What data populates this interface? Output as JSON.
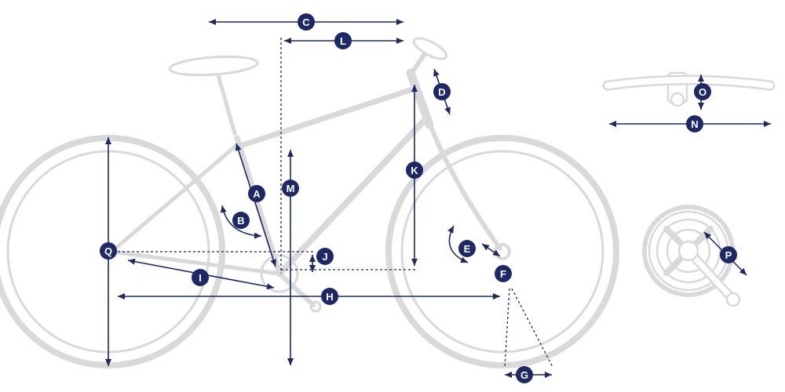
{
  "diagram": {
    "colors": {
      "accent_navy": "#1c2966",
      "bike_outline_gray": "#d9d9d9"
    },
    "labels": [
      {
        "letter": "A"
      },
      {
        "letter": "B"
      },
      {
        "letter": "C"
      },
      {
        "letter": "D"
      },
      {
        "letter": "E"
      },
      {
        "letter": "F"
      },
      {
        "letter": "G"
      },
      {
        "letter": "H"
      },
      {
        "letter": "I"
      },
      {
        "letter": "J"
      },
      {
        "letter": "K"
      },
      {
        "letter": "L"
      },
      {
        "letter": "M"
      },
      {
        "letter": "N"
      },
      {
        "letter": "O"
      },
      {
        "letter": "P"
      },
      {
        "letter": "Q"
      }
    ]
  }
}
